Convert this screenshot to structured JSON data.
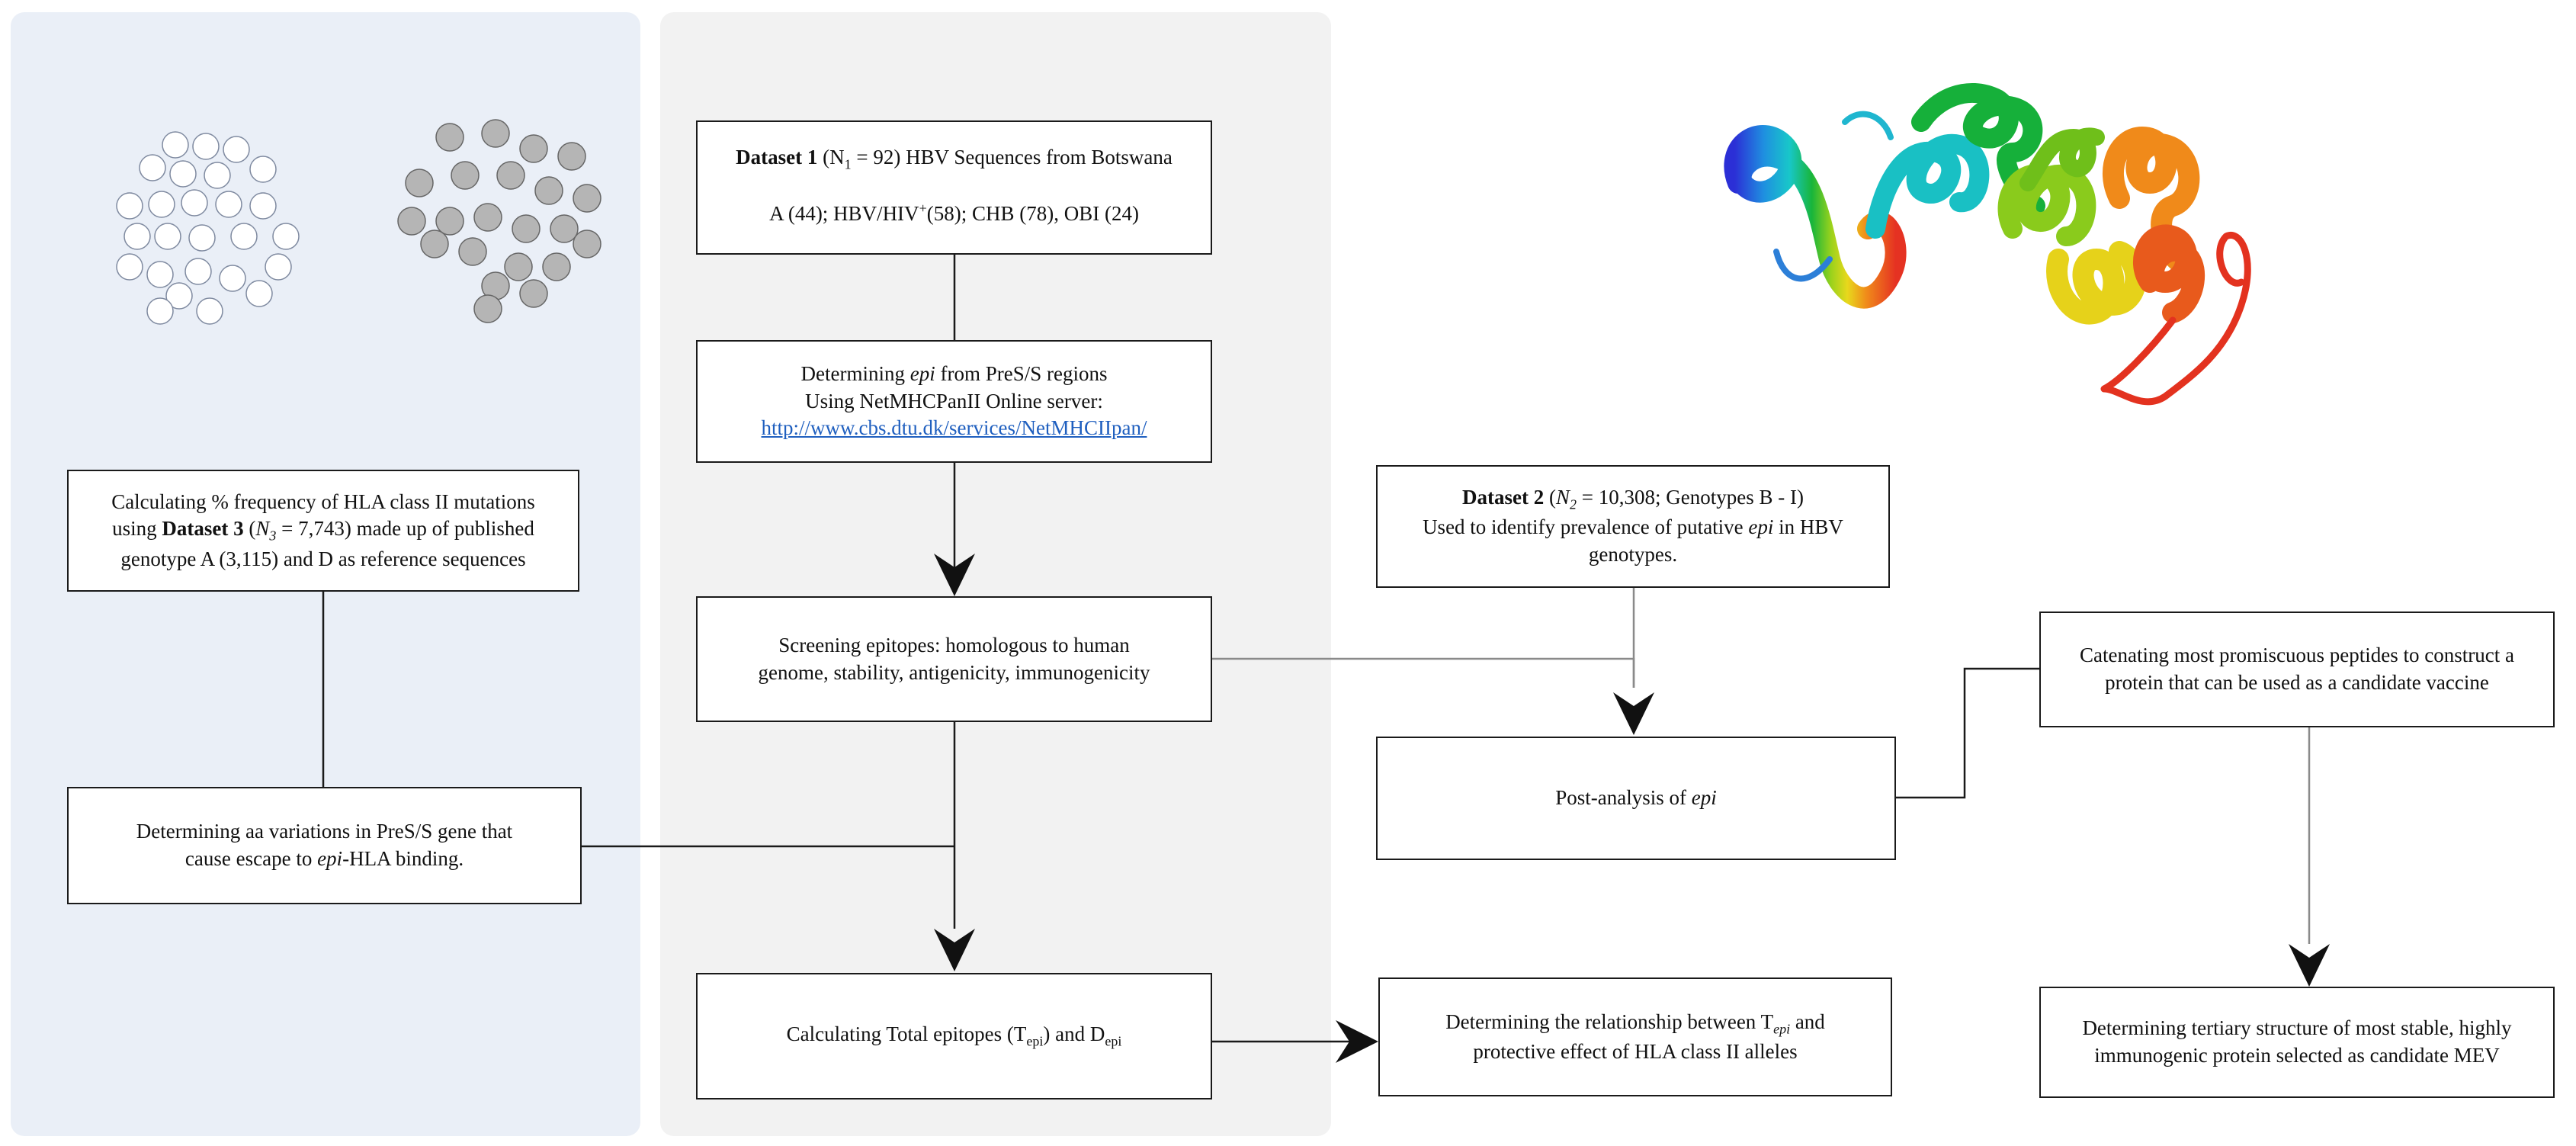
{
  "boxes": {
    "dataset1": {
      "bold": "Dataset 1",
      "line1_a": " (N",
      "line1_sub": "1",
      "line1_b": " = 92) HBV Sequences from Botswana",
      "line2_a": "A (44); HBV/HIV",
      "line2_sup": "+",
      "line2_b": "(58); CHB (78), OBI (24)"
    },
    "determining_epi": {
      "t1": "Determining ",
      "t_epi": "epi",
      "t2": " from PreS/S regions",
      "t3": "Using NetMHCPanII Online server:",
      "link": "http://www.cbs.dtu.dk/services/NetMHCIIpan/"
    },
    "screening": {
      "text": "Screening epitopes: homologous to human genome, stability, antigenicity, immunogenicity"
    },
    "calc_total": {
      "t1": "Calculating Total epitopes (T",
      "sub1": "epi",
      "t2": ") and D",
      "sub2": "epi"
    },
    "hla_freq": {
      "t1": "Calculating % frequency of HLA class II mutations using ",
      "bold": "Dataset 3",
      "t2": " (",
      "n": "N",
      "n_sub": "3",
      "t3": " = 7,743) made up of published genotype A (3,115) and D as reference sequences"
    },
    "aa_variations": {
      "t1": "Determining aa variations in PreS/S gene that cause escape to ",
      "t_epi": "epi",
      "t2": "-HLA binding."
    },
    "dataset2": {
      "bold": "Dataset 2",
      "t1": " (",
      "n": "N",
      "n_sub": "2",
      "t2": " = 10,308; Genotypes B - I)",
      "t3": "Used to identify prevalence of putative ",
      "t_epi": "epi",
      "t4": " in HBV genotypes."
    },
    "post_analysis": {
      "t1": "Post-analysis of ",
      "t_epi": "epi"
    },
    "relationship": {
      "t1": "Determining the relationship between T",
      "sub": "epi",
      "t2": " and protective effect of HLA class II alleles"
    },
    "catenating": {
      "text": "Catenating most promiscuous peptides to construct a protein that can be used as a candidate vaccine"
    },
    "tertiary": {
      "text": "Determining tertiary structure of most stable, highly immunogenic protein selected as candidate MEV"
    }
  },
  "colors": {
    "panel_left": "#eaeff7",
    "panel_mid": "#f2f2f2",
    "box_border": "#1a1a1a",
    "link": "#1f5fbf",
    "connector_dark": "#1a1a1a",
    "connector_gray": "#8a8a8a",
    "node_open": "#ffffff",
    "node_filled": "#b5b5b5"
  },
  "decorations": {
    "open_node_cluster": "network-nodes-open",
    "filled_node_cluster": "network-nodes-filled",
    "protein_image": "protein-ribbon-structure"
  }
}
